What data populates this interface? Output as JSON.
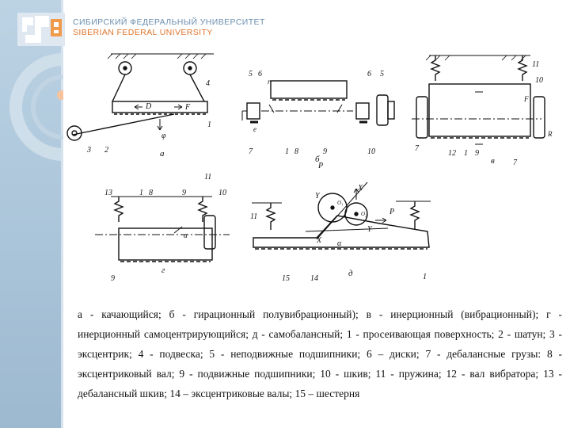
{
  "brand": {
    "line1": "СИБИРСКИЙ ФЕДЕРАЛЬНЫЙ УНИВЕРСИТЕТ",
    "line2": "SIBERIAN FEDERAL UNIVERSITY",
    "accent": "#e0762d",
    "blue": "#6c8fb0"
  },
  "diagram": {
    "a": {
      "sub": "а",
      "n1": "1",
      "n2": "2",
      "n3": "3",
      "n4": "4",
      "D": "D",
      "F": "F",
      "phi": "φ"
    },
    "b": {
      "sub": "б",
      "n1": "1",
      "n5": "5",
      "n5b": "5",
      "n6": "6",
      "n6b": "6",
      "n7": "7",
      "n8": "8",
      "n9": "9",
      "n10": "10",
      "e": "e",
      "r": "r"
    },
    "v": {
      "sub": "в",
      "n1": "1",
      "n7": "7",
      "n7b": "7",
      "n10": "10",
      "n11": "11",
      "n12": "12",
      "n9": "9",
      "F": "F",
      "R": "R"
    },
    "g": {
      "sub": "г",
      "n1": "1",
      "n8": "8",
      "n9": "9",
      "n9b": "9",
      "n10": "10",
      "n11": "11",
      "n13": "13",
      "alpha": "α"
    },
    "d": {
      "sub": "д",
      "n1": "1",
      "n11": "11",
      "n14": "14",
      "n15": "15",
      "P": "P",
      "P2": "P",
      "X": "X",
      "X2": "X",
      "Y": "Y",
      "Y2": "Y",
      "alpha": "α",
      "o1": "O₁",
      "o2": "O₂"
    }
  },
  "caption": "а - качающийся; б - гирационный полувибрационный); в - инерционный (вибрационный); г - инерционный самоцентрирующийся; д - самобалансный; 1 - просеивающая поверхность; 2 - шатун; 3 - эксцентрик; 4 - подвеска; 5 - неподвижные подшипники; 6 – диски; 7 - дебалансные грузы: 8 - эксцентриковый вал; 9 - подвижные подшипники; 10 - шкив; 11 - пружина; 12 - вал вибратора; 13 - дебалансный шкив; 14 – эксцентриковые валы; 15 – шестерня"
}
